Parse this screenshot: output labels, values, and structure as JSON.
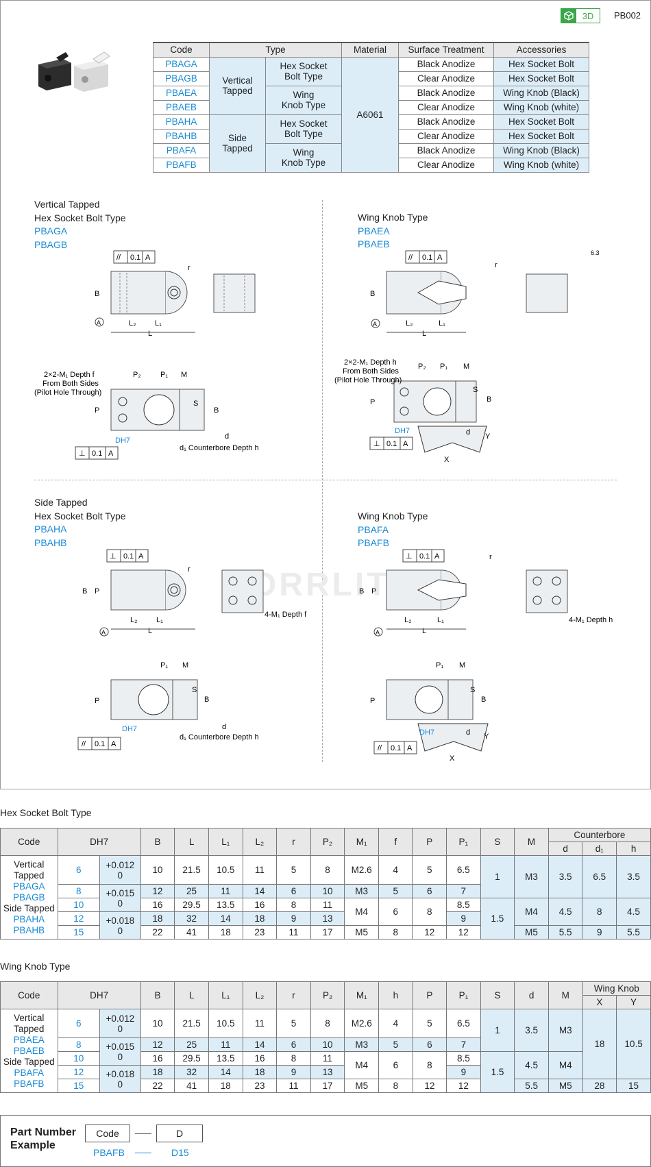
{
  "header": {
    "badge_3d": "3D",
    "page_code": "PB002"
  },
  "watermark": "MORRLIT",
  "selection_table": {
    "headers": [
      "Code",
      "Type",
      "Material",
      "Surface Treatment",
      "Accessories"
    ],
    "codes": [
      "PBAGA",
      "PBAGB",
      "PBAEA",
      "PBAEB",
      "PBAHA",
      "PBAHB",
      "PBAFA",
      "PBAFB"
    ],
    "groups": [
      "Vertical\nTapped",
      "Side\nTapped"
    ],
    "subtypes": [
      "Hex Socket\nBolt Type",
      "Wing\nKnob Type",
      "Hex Socket\nBolt Type",
      "Wing\nKnob Type"
    ],
    "material": "A6061",
    "surface": [
      "Black Anodize",
      "Clear Anodize",
      "Black Anodize",
      "Clear Anodize",
      "Black Anodize",
      "Clear Anodize",
      "Black Anodize",
      "Clear Anodize"
    ],
    "accessories": [
      "Hex Socket Bolt",
      "Hex Socket Bolt",
      "Wing Knob (Black)",
      "Wing Knob (white)",
      "Hex Socket Bolt",
      "Hex Socket Bolt",
      "Wing Knob (Black)",
      "Wing Knob (white)"
    ]
  },
  "sections": {
    "s1": {
      "l1": "Vertical Tapped",
      "l2": "Hex Socket Bolt Type",
      "c1": "PBAGA",
      "c2": "PBAGB"
    },
    "s2": {
      "l1": "Wing Knob Type",
      "c1": "PBAEA",
      "c2": "PBAEB"
    },
    "s3": {
      "l1": "Side Tapped",
      "l2": "Hex Socket Bolt Type",
      "c1": "PBAHA",
      "c2": "PBAHB"
    },
    "s4": {
      "l1": "Wing Knob Type",
      "c1": "PBAFA",
      "c2": "PBAFB"
    }
  },
  "drawing_labels": {
    "tol_parallel": "0.1",
    "datum": "A",
    "note_f": "2×2-M₁ Depth f",
    "note_h": "2×2-M₁ Depth h",
    "from_both": "From Both Sides",
    "pilot": "(Pilot Hole Through)",
    "counterbore": "d₁ Counterbore Depth h",
    "side_f": "4-M₁ Depth f",
    "side_h": "4-M₁ Depth h",
    "roughness": "6.3",
    "dh7": "DH7"
  },
  "hex_table": {
    "title": "Hex Socket Bolt Type",
    "headers": [
      "Code",
      "DH7",
      "B",
      "L",
      "L₁",
      "L₂",
      "r",
      "P₂",
      "M₁",
      "f",
      "P",
      "P₁",
      "S",
      "M",
      "Counterbore"
    ],
    "sub_headers": [
      "d",
      "d₁",
      "h"
    ],
    "code_lines": [
      "Vertical",
      "Tapped",
      "PBAGA",
      "PBAGB",
      "Side Tapped",
      "PBAHA",
      "PBAHB"
    ],
    "rows": [
      {
        "D": "6",
        "tol": "+0.012\n0",
        "B": "10",
        "L": "21.5",
        "L1": "10.5",
        "L2": "11",
        "r": "5",
        "P2": "8",
        "M1": "M2.6",
        "f": "4",
        "P": "5",
        "P1": "6.5"
      },
      {
        "D": "8",
        "tol": "+0.015\n0",
        "B": "12",
        "L": "25",
        "L1": "11",
        "L2": "14",
        "r": "6",
        "P2": "10",
        "M1": "M3",
        "f": "5",
        "P": "6",
        "P1": "7"
      },
      {
        "D": "10",
        "tol": "",
        "B": "16",
        "L": "29.5",
        "L1": "13.5",
        "L2": "16",
        "r": "8",
        "P2": "11",
        "M1": "M4",
        "f": "6",
        "P": "8",
        "P1": "8.5"
      },
      {
        "D": "12",
        "tol": "+0.018\n0",
        "B": "18",
        "L": "32",
        "L1": "14",
        "L2": "18",
        "r": "9",
        "P2": "13",
        "M1": "",
        "f": "",
        "P": "",
        "P1": "9"
      },
      {
        "D": "15",
        "tol": "",
        "B": "22",
        "L": "41",
        "L1": "18",
        "L2": "23",
        "r": "11",
        "P2": "17",
        "M1": "M5",
        "f": "8",
        "P": "12",
        "P1": "12"
      }
    ],
    "S": [
      "1",
      "1.5"
    ],
    "M": [
      "M3",
      "M4",
      "M5"
    ],
    "cb": [
      [
        "3.5",
        "6.5",
        "3.5"
      ],
      [
        "4.5",
        "8",
        "4.5"
      ],
      [
        "5.5",
        "9",
        "5.5"
      ]
    ]
  },
  "wing_table": {
    "title": "Wing Knob Type",
    "headers": [
      "Code",
      "DH7",
      "B",
      "L",
      "L₁",
      "L₂",
      "r",
      "P₂",
      "M₁",
      "h",
      "P",
      "P₁",
      "S",
      "d",
      "M",
      "Wing Knob"
    ],
    "sub_headers": [
      "X",
      "Y"
    ],
    "code_lines": [
      "Vertical",
      "Tapped",
      "PBAEA",
      "PBAEB",
      "Side Tapped",
      "PBAFA",
      "PBAFB"
    ],
    "rows": [
      {
        "D": "6",
        "tol": "+0.012\n0",
        "B": "10",
        "L": "21.5",
        "L1": "10.5",
        "L2": "11",
        "r": "5",
        "P2": "8",
        "M1": "M2.6",
        "h": "4",
        "P": "5",
        "P1": "6.5"
      },
      {
        "D": "8",
        "tol": "+0.015\n0",
        "B": "12",
        "L": "25",
        "L1": "11",
        "L2": "14",
        "r": "6",
        "P2": "10",
        "M1": "M3",
        "h": "5",
        "P": "6",
        "P1": "7"
      },
      {
        "D": "10",
        "tol": "",
        "B": "16",
        "L": "29.5",
        "L1": "13.5",
        "L2": "16",
        "r": "8",
        "P2": "11",
        "M1": "M4",
        "h": "6",
        "P": "8",
        "P1": "8.5"
      },
      {
        "D": "12",
        "tol": "+0.018\n0",
        "B": "18",
        "L": "32",
        "L1": "14",
        "L2": "18",
        "r": "9",
        "P2": "13",
        "M1": "",
        "h": "",
        "P": "",
        "P1": "9"
      },
      {
        "D": "15",
        "tol": "",
        "B": "22",
        "L": "41",
        "L1": "18",
        "L2": "23",
        "r": "11",
        "P2": "17",
        "M1": "M5",
        "h": "8",
        "P": "12",
        "P1": "12"
      }
    ],
    "S": [
      "1",
      "1.5"
    ],
    "d": [
      "3.5",
      "4.5",
      "5.5"
    ],
    "M": [
      "M3",
      "M4",
      "M5"
    ],
    "X": [
      "18",
      "28"
    ],
    "Y": [
      "10.5",
      "15"
    ]
  },
  "part_number": {
    "label": "Part Number\nExample",
    "code_box": "Code",
    "d_box": "D",
    "code_val": "PBAFB",
    "d_val": "D15"
  }
}
